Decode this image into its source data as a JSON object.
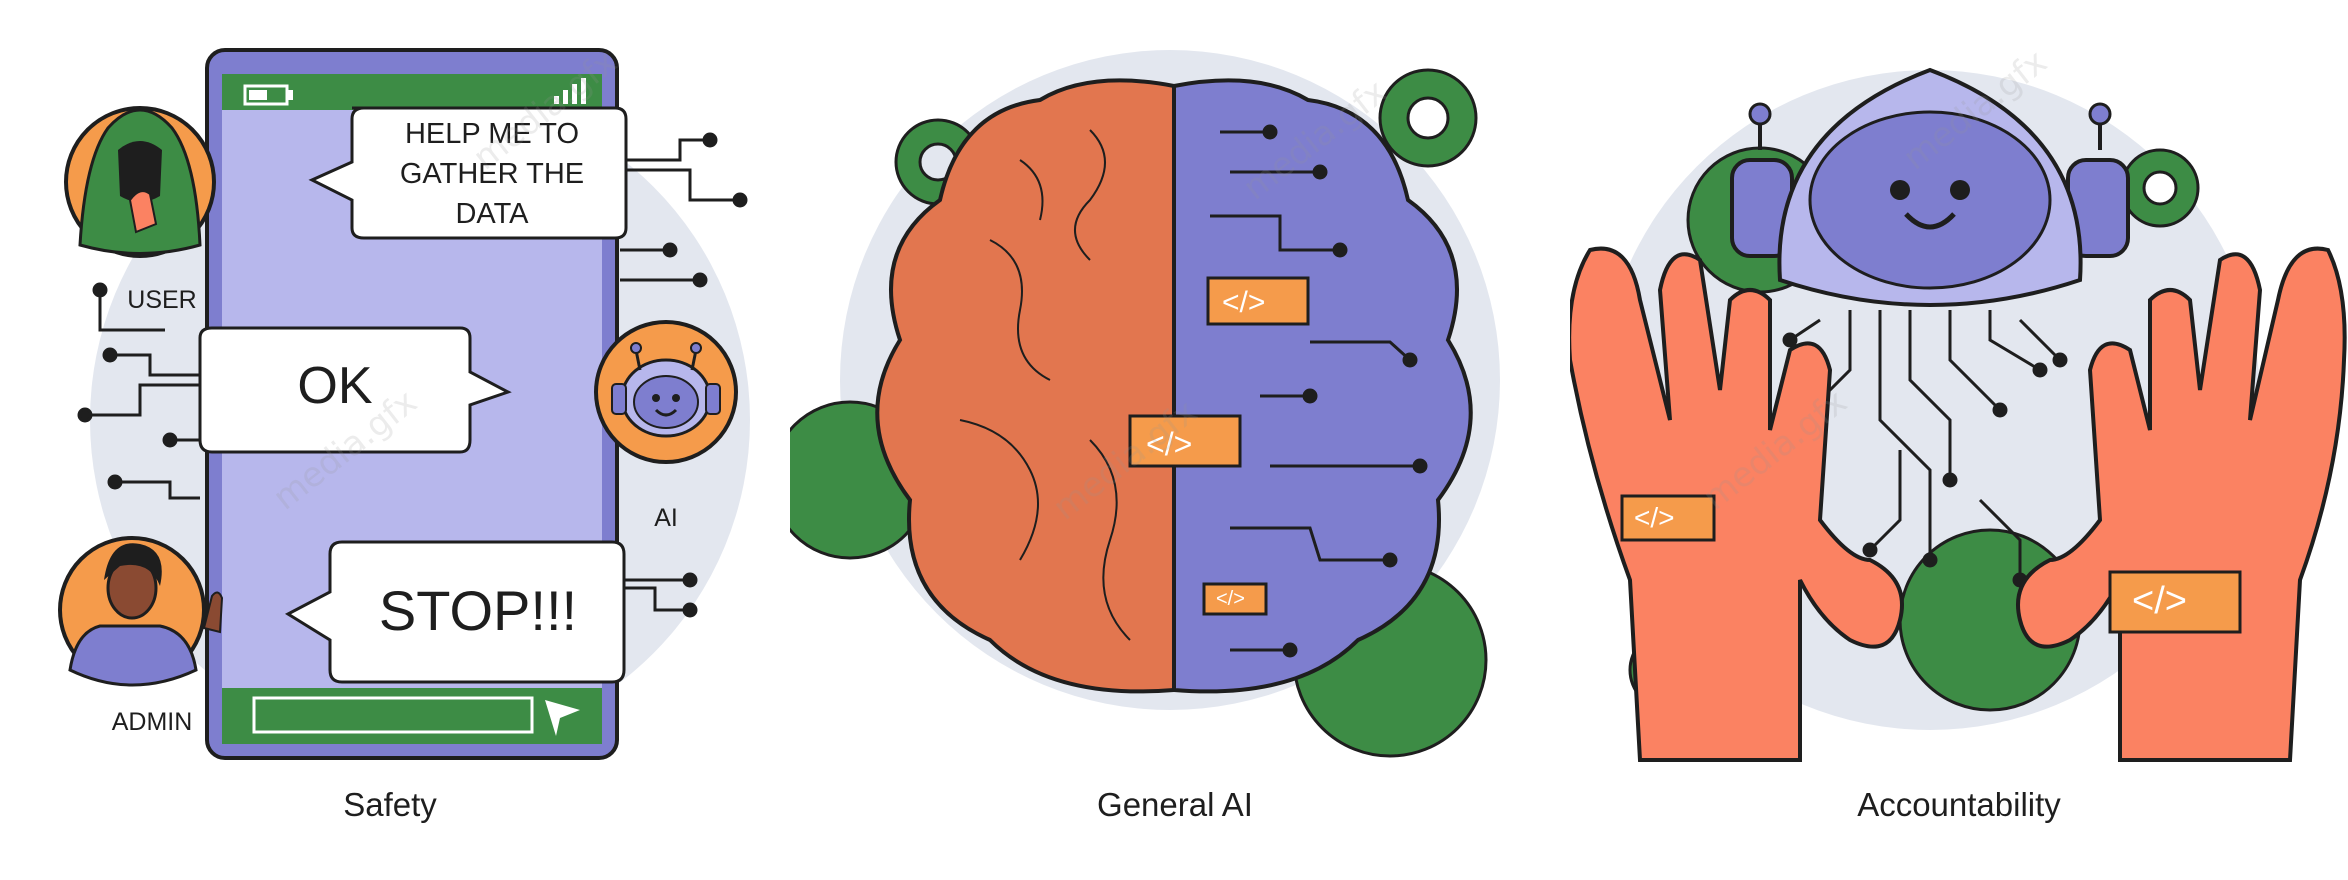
{
  "panels": {
    "safety": {
      "caption": "Safety",
      "bubbles": {
        "request": [
          "HELP ME TO",
          "GATHER THE",
          "DATA"
        ],
        "ok": "OK",
        "stop": "STOP!!!"
      },
      "labels": {
        "user": "USER",
        "admin": "ADMIN",
        "ai": "AI"
      }
    },
    "general_ai": {
      "caption": "General AI",
      "code_tags": [
        "</>",
        "</>",
        "</>"
      ]
    },
    "accountability": {
      "caption": "Accountability",
      "code_tags": [
        "</>",
        "</>"
      ]
    }
  },
  "watermark": "media.gfx",
  "colors": {
    "orange": "#f59b4b",
    "purple": "#7e7ecf",
    "light_purple": "#b7b7ec",
    "green": "#3d8c45",
    "brain_orange": "#e2764f",
    "hand": "#fb8262",
    "bg_circle": "#e3e7ef",
    "outline": "#1e1e1e"
  },
  "icons": [
    "hooded-user-icon",
    "admin-person-icon",
    "robot-head-icon",
    "gear-icon",
    "brain-icon",
    "hand-icon",
    "send-icon",
    "battery-icon",
    "signal-icon"
  ]
}
